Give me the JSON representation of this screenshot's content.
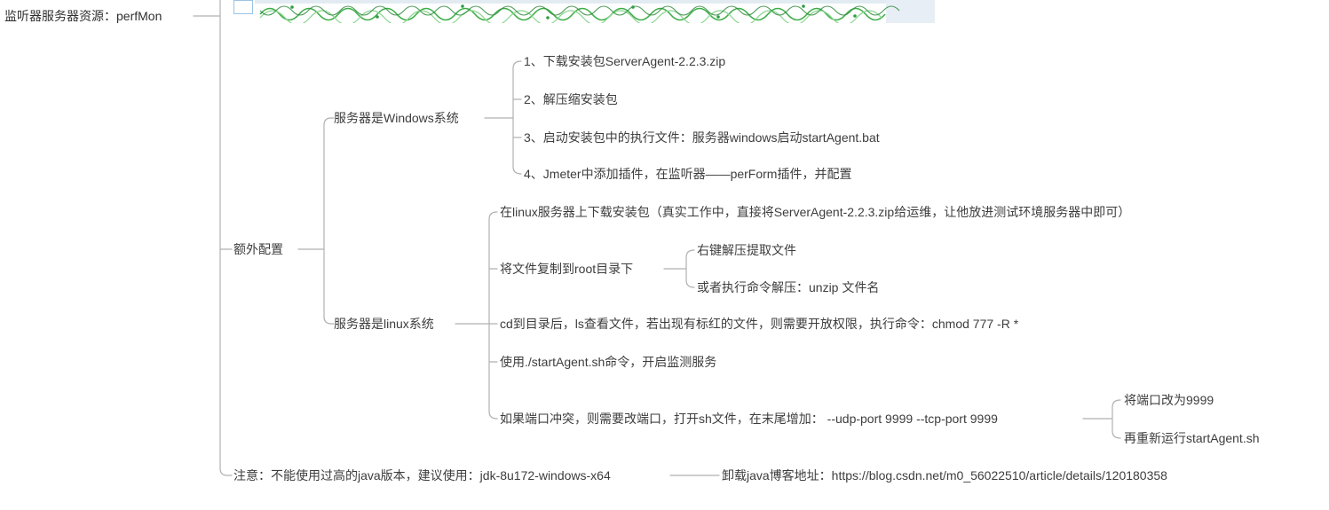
{
  "colors": {
    "text": "#3d3d3d",
    "connector_line": "#b0b0b0",
    "image_green": "#3fae49",
    "image_green_light": "#8fd694",
    "image_blue_gray": "#e3ebf2"
  },
  "mindmap": {
    "root": "监听器服务器资源：perfMon",
    "attachment_image": "perfmon-graph-screenshot",
    "extra_config": {
      "label": "额外配置",
      "windows": {
        "label": "服务器是Windows系统",
        "steps": [
          "1、下载安装包ServerAgent-2.2.3.zip",
          "2、解压缩安装包",
          "3、启动安装包中的执行文件：服务器windows启动startAgent.bat",
          "4、Jmeter中添加插件，在监听器——perForm插件，并配置"
        ]
      },
      "linux": {
        "label": "服务器是linux系统",
        "download": "在linux服务器上下载安装包（真实工作中，直接将ServerAgent-2.2.3.zip给运维，让他放进测试环境服务器中即可）",
        "copy": "将文件复制到root目录下",
        "copy_children": [
          "右键解压提取文件",
          "或者执行命令解压：unzip 文件名"
        ],
        "chmod": "cd到目录后，ls查看文件，若出现有标红的文件，则需要开放权限，执行命令：chmod 777 -R *",
        "start": "使用./startAgent.sh命令，开启监测服务",
        "port": "如果端口冲突，则需要改端口，打开sh文件，在末尾增加： --udp-port 9999 --tcp-port 9999",
        "port_children": [
          "将端口改为9999",
          "再重新运行startAgent.sh"
        ]
      }
    },
    "note": "注意：不能使用过高的java版本，建议使用：jdk-8u172-windows-x64",
    "note_child": "卸载java博客地址：https://blog.csdn.net/m0_56022510/article/details/120180358"
  }
}
